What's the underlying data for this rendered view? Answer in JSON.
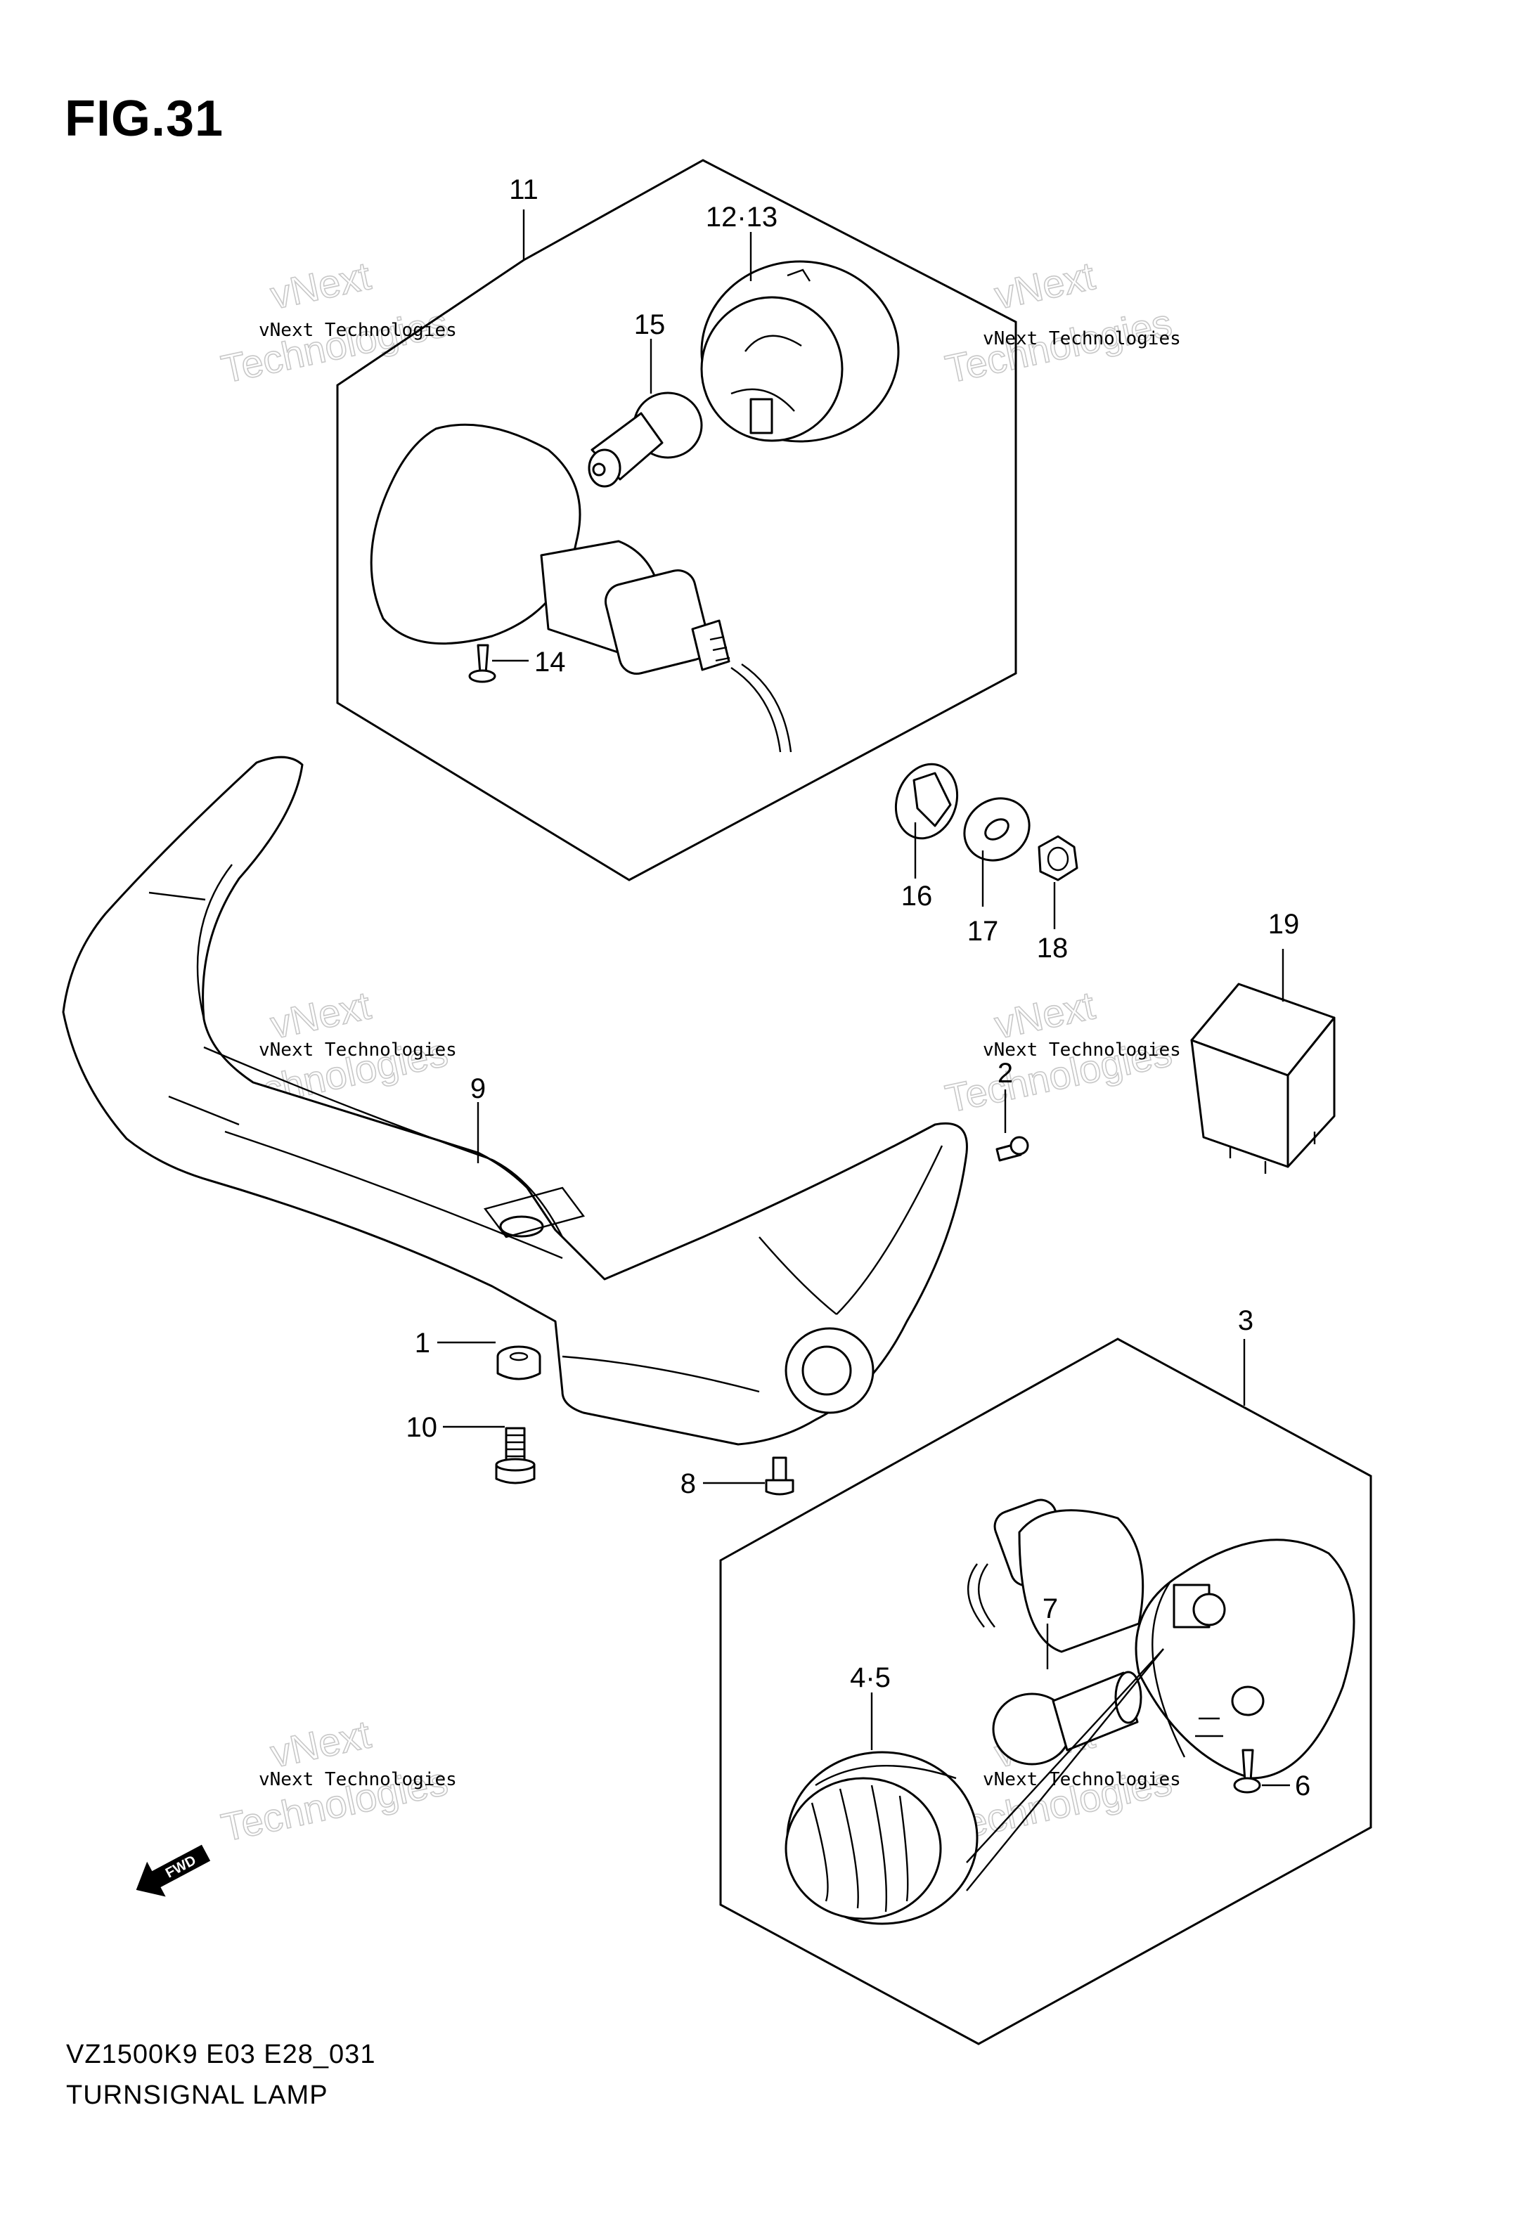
{
  "figure": {
    "title": "FIG.31",
    "model_code": "VZ1500K9 E03 E28_031",
    "name": "TURNSIGNAL LAMP"
  },
  "watermark": {
    "line1": "vNext Technologies",
    "line2": "vNext",
    "line3": "Technologies"
  },
  "fwd_label": "FWD",
  "callouts": [
    {
      "id": "c11",
      "label": "11"
    },
    {
      "id": "c1213",
      "label": "12·13"
    },
    {
      "id": "c15",
      "label": "15"
    },
    {
      "id": "c14",
      "label": "14"
    },
    {
      "id": "c16",
      "label": "16"
    },
    {
      "id": "c17",
      "label": "17"
    },
    {
      "id": "c18",
      "label": "18"
    },
    {
      "id": "c19",
      "label": "19"
    },
    {
      "id": "c9",
      "label": "9"
    },
    {
      "id": "c2",
      "label": "2"
    },
    {
      "id": "c1",
      "label": "1"
    },
    {
      "id": "c10",
      "label": "10"
    },
    {
      "id": "c8",
      "label": "8"
    },
    {
      "id": "c3",
      "label": "3"
    },
    {
      "id": "c7",
      "label": "7"
    },
    {
      "id": "c45",
      "label": "4·5"
    },
    {
      "id": "c6",
      "label": "6"
    }
  ]
}
